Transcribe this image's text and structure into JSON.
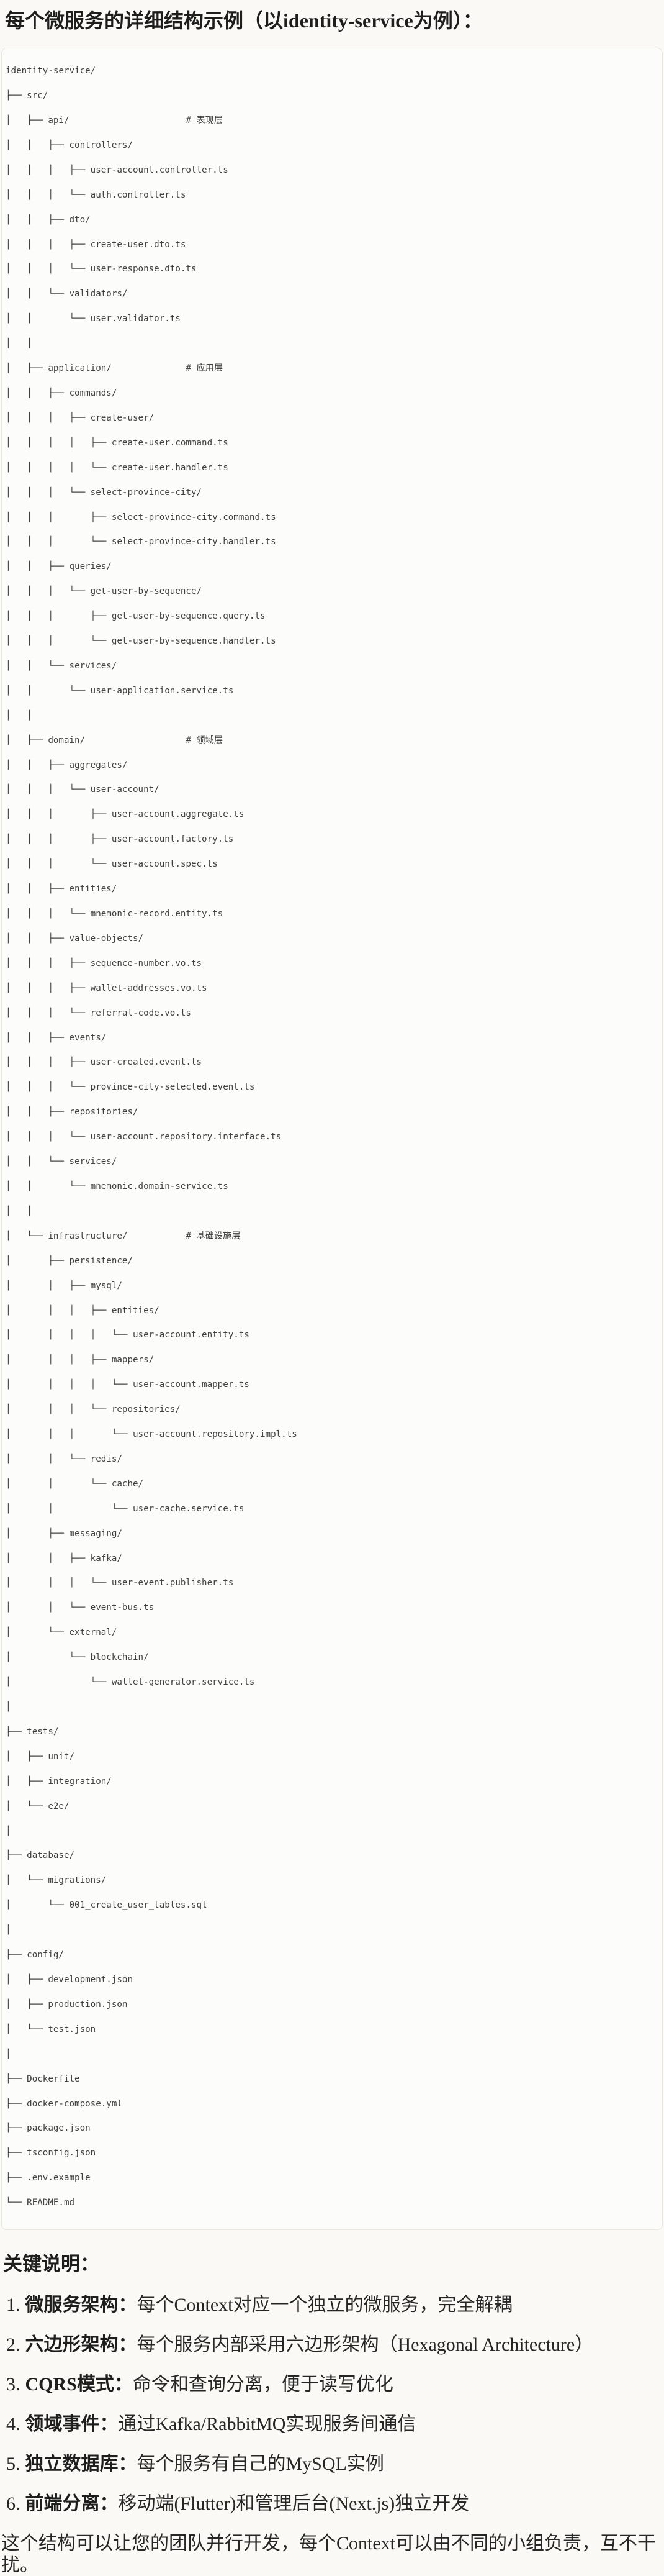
{
  "page": {
    "title": "每个微服务的详细结构示例（以identity-service为例）："
  },
  "code_block": {
    "language": "text",
    "tree_lines": [
      "identity-service/",
      "├── src/",
      "│   ├── api/                      # 表现层",
      "│   │   ├── controllers/",
      "│   │   │   ├── user-account.controller.ts",
      "│   │   │   └── auth.controller.ts",
      "│   │   ├── dto/",
      "│   │   │   ├── create-user.dto.ts",
      "│   │   │   └── user-response.dto.ts",
      "│   │   └── validators/",
      "│   │       └── user.validator.ts",
      "│   │",
      "│   ├── application/              # 应用层",
      "│   │   ├── commands/",
      "│   │   │   ├── create-user/",
      "│   │   │   │   ├── create-user.command.ts",
      "│   │   │   │   └── create-user.handler.ts",
      "│   │   │   └── select-province-city/",
      "│   │   │       ├── select-province-city.command.ts",
      "│   │   │       └── select-province-city.handler.ts",
      "│   │   ├── queries/",
      "│   │   │   └── get-user-by-sequence/",
      "│   │   │       ├── get-user-by-sequence.query.ts",
      "│   │   │       └── get-user-by-sequence.handler.ts",
      "│   │   └── services/",
      "│   │       └── user-application.service.ts",
      "│   │",
      "│   ├── domain/                   # 领域层",
      "│   │   ├── aggregates/",
      "│   │   │   └── user-account/",
      "│   │   │       ├── user-account.aggregate.ts",
      "│   │   │       ├── user-account.factory.ts",
      "│   │   │       └── user-account.spec.ts",
      "│   │   ├── entities/",
      "│   │   │   └── mnemonic-record.entity.ts",
      "│   │   ├── value-objects/",
      "│   │   │   ├── sequence-number.vo.ts",
      "│   │   │   ├── wallet-addresses.vo.ts",
      "│   │   │   └── referral-code.vo.ts",
      "│   │   ├── events/",
      "│   │   │   ├── user-created.event.ts",
      "│   │   │   └── province-city-selected.event.ts",
      "│   │   ├── repositories/",
      "│   │   │   └── user-account.repository.interface.ts",
      "│   │   └── services/",
      "│   │       └── mnemonic.domain-service.ts",
      "│   │",
      "│   └── infrastructure/           # 基础设施层",
      "│       ├── persistence/",
      "│       │   ├── mysql/",
      "│       │   │   ├── entities/",
      "│       │   │   │   └── user-account.entity.ts",
      "│       │   │   ├── mappers/",
      "│       │   │   │   └── user-account.mapper.ts",
      "│       │   │   └── repositories/",
      "│       │   │       └── user-account.repository.impl.ts",
      "│       │   └── redis/",
      "│       │       └── cache/",
      "│       │           └── user-cache.service.ts",
      "│       ├── messaging/",
      "│       │   ├── kafka/",
      "│       │   │   └── user-event.publisher.ts",
      "│       │   └── event-bus.ts",
      "│       └── external/",
      "│           └── blockchain/",
      "│               └── wallet-generator.service.ts",
      "│",
      "├── tests/",
      "│   ├── unit/",
      "│   ├── integration/",
      "│   └── e2e/",
      "│",
      "├── database/",
      "│   └── migrations/",
      "│       └── 001_create_user_tables.sql",
      "│",
      "├── config/",
      "│   ├── development.json",
      "│   ├── production.json",
      "│   └── test.json",
      "│",
      "├── Dockerfile",
      "├── docker-compose.yml",
      "├── package.json",
      "├── tsconfig.json",
      "├── .env.example",
      "└── README.md"
    ]
  },
  "key_points": {
    "heading": "关键说明：",
    "items": [
      {
        "num": "1.",
        "label": "微服务架构",
        "colon": "：",
        "desc": "每个Context对应一个独立的微服务，完全解耦"
      },
      {
        "num": "2.",
        "label": "六边形架构",
        "colon": "：",
        "desc": "每个服务内部采用六边形架构（Hexagonal Architecture）"
      },
      {
        "num": "3.",
        "label": "CQRS模式",
        "colon": "：",
        "desc": "命令和查询分离，便于读写优化"
      },
      {
        "num": "4.",
        "label": "领域事件",
        "colon": "：",
        "desc": "通过Kafka/RabbitMQ实现服务间通信"
      },
      {
        "num": "5.",
        "label": "独立数据库",
        "colon": "：",
        "desc": "每个服务有自己的MySQL实例"
      },
      {
        "num": "6.",
        "label": "前端分离",
        "colon": "：",
        "desc": "移动端(Flutter)和管理后台(Next.js)独立开发"
      }
    ],
    "footer": "这个结构可以让您的团队并行开发，每个Context可以由不同的小组负责，互不干扰。"
  },
  "colors": {
    "page_bg": "#FAF9F5",
    "code_bg": "#FCFCFA",
    "code_border": "#E7E5DE",
    "code_text": "#41423F",
    "heading_text": "#1E1E1C",
    "body_text": "#262624"
  }
}
